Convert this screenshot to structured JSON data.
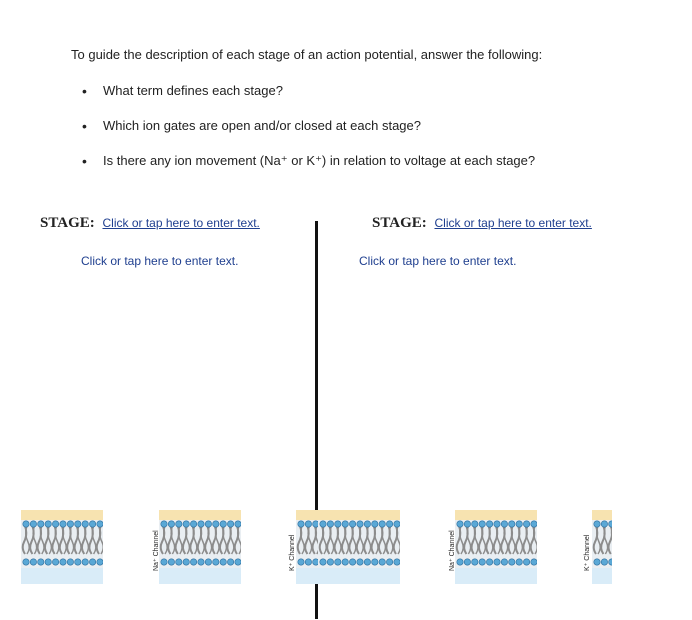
{
  "intro": "To guide the description of each stage of an action potential, answer the following:",
  "questions": [
    "What term defines each stage?",
    "Which ion gates are open and/or closed at each stage?",
    "Is there any ion movement (Na⁺ or K⁺) in relation to voltage at each stage?"
  ],
  "left_stage": {
    "label": "STAGE:",
    "link": "Click or tap here to enter text.",
    "placeholder": "Click or tap here to enter text."
  },
  "right_stage": {
    "label": "STAGE:",
    "link": "Click or tap here to enter text.",
    "placeholder": "Click or tap here to enter text."
  },
  "channel_labels": {
    "na": "Na⁺ Channel",
    "k": "K⁺ Channel"
  },
  "colors": {
    "membrane_top": "#f7e3b0",
    "lipid_head": "#5aa8d6",
    "lipid_tail": "#8c8c8c",
    "membrane_bottom": "#d9ecf8",
    "link": "#1f3f8f"
  }
}
